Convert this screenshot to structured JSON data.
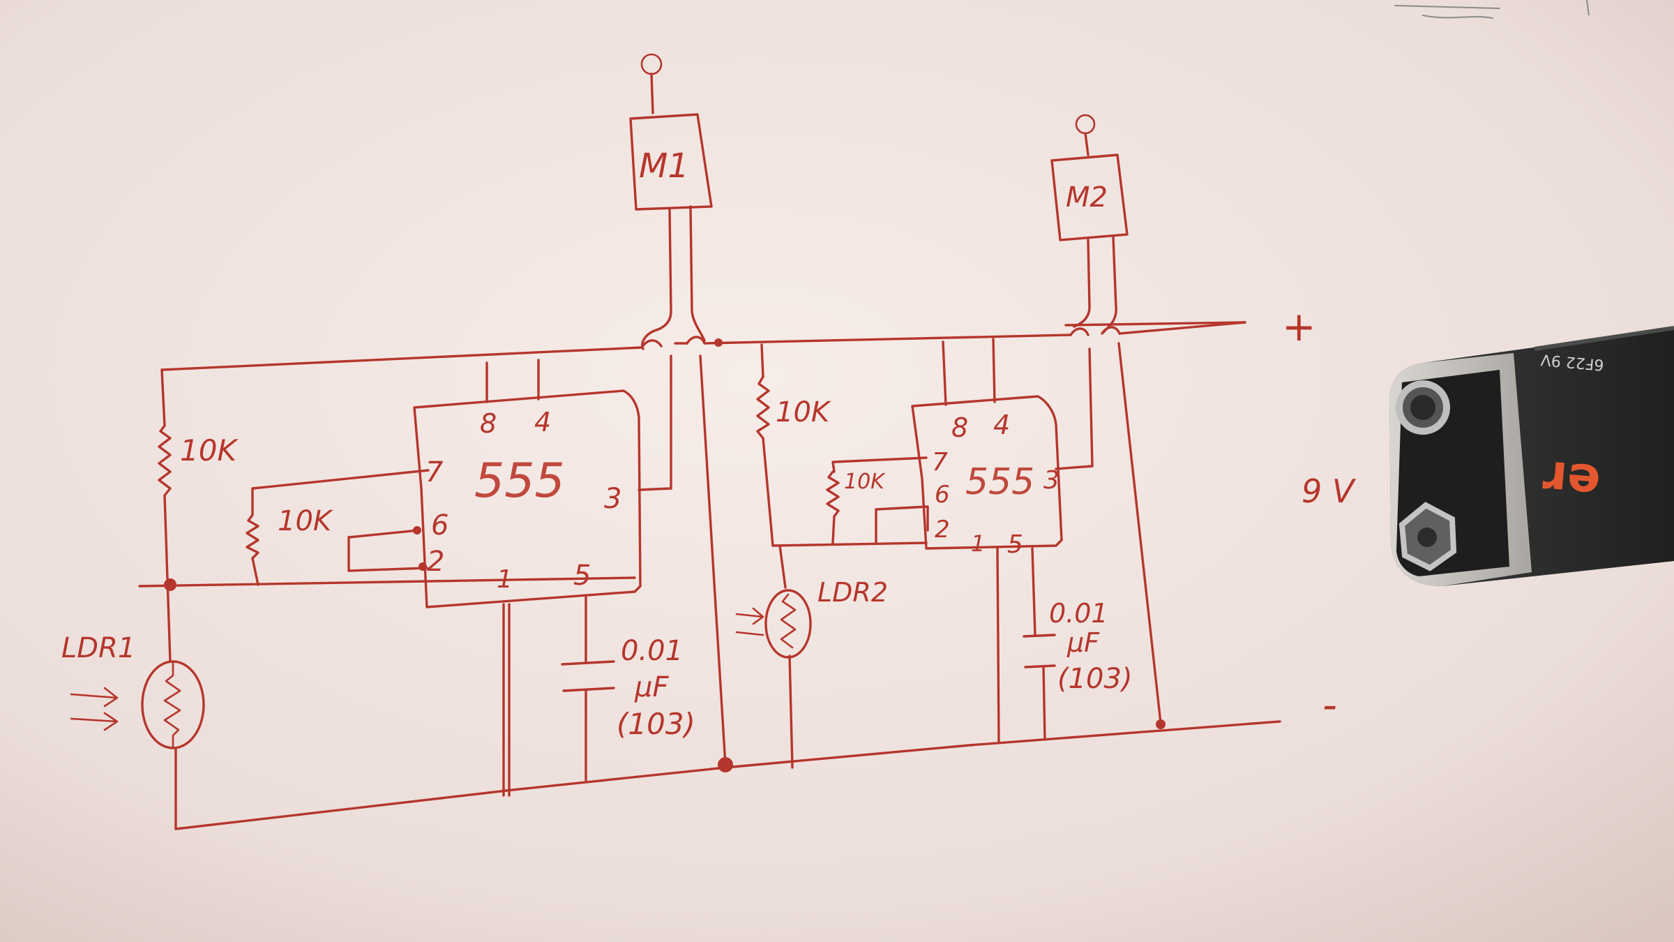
{
  "diagram": {
    "ic1": {
      "label": "555",
      "pins": {
        "p8": "8",
        "p4": "4",
        "p7": "7",
        "p6": "6",
        "p2": "2",
        "p3": "3",
        "p1": "1",
        "p5": "5"
      }
    },
    "ic2": {
      "label": "555",
      "pins": {
        "p8": "8",
        "p4": "4",
        "p7": "7",
        "p6": "6",
        "p2": "2",
        "p3": "3",
        "p1": "1",
        "p5": "5"
      }
    },
    "motor1": "M1",
    "motor2": "M2",
    "r1": "10K",
    "r2": "10K",
    "r3": "10K",
    "r4": "10K",
    "ldr1": "LDR1",
    "ldr2": "LDR2",
    "cap1": {
      "value": "0.01",
      "unit": "µF",
      "code": "(103)"
    },
    "cap2": {
      "value": "0.01",
      "unit": "µF",
      "code": "(103)"
    },
    "plus": "+",
    "minus": "-",
    "battery_label": "9 V",
    "battery_print": "6F22 9V",
    "battery_brand": "er",
    "colors": {
      "ink": "#b5362c",
      "paper": "#efe3df",
      "battery": "#2b2d2b"
    }
  }
}
